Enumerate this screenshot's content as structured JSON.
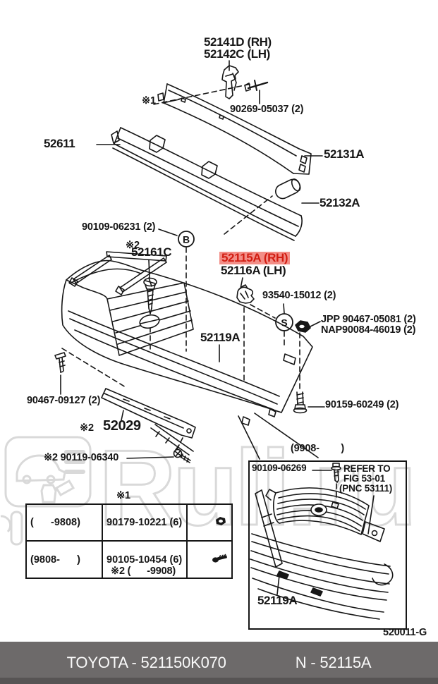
{
  "colors": {
    "highlight_bg": "#f28e87",
    "highlight_text": "#d21d12",
    "line": "#161616",
    "watermark": "#d9d9d9",
    "footer_bg": "#6d6a6a",
    "footer_strip": "#575454",
    "footer_text": "#fafafa"
  },
  "watermark": {
    "text": "Ruli.ru",
    "logo": "car-service-logo"
  },
  "labels": {
    "p52141d": "52141D (RH)",
    "p52142c": "52142C (LH)",
    "p90269": "90269-05037 (2)",
    "ast1_top": "※1",
    "p52611": "52611",
    "p52131a": "52131A",
    "p52132a": "52132A",
    "p90109_06231": "90109-06231 (2)",
    "ast2_52161c": "※2",
    "p52161c": "52161C",
    "p52115a": "52115A (RH)",
    "p52116a": "52116A (LH)",
    "p93540": "93540-15012 (2)",
    "pjpp": "JPP 90467-05081 (2)",
    "pnap": "NAP90084-46019 (2)",
    "p52119a": "52119A",
    "p90467_09127": "90467-09127 (2)",
    "p90159": "90159-60249 (2)",
    "ast2_52029": "※2",
    "p52029": "52029",
    "p90119": "※2 90119-06340",
    "note_ast2_9908": "※2 (      -9908)"
  },
  "markers": {
    "b_label": "B",
    "s_label": "S"
  },
  "table": {
    "note": "※1",
    "rows": [
      {
        "range": "(      -9808)",
        "part": "90179-10221 (6)",
        "icon": "nut-icon"
      },
      {
        "range": "(9808-      )",
        "part": "90105-10454 (6)",
        "icon": "bolt-icon"
      }
    ]
  },
  "inset": {
    "caption": "(9908-        )",
    "p90109_06269": "90109-06269",
    "refer_line1": "REFER TO",
    "refer_line2": "FIG 53-01",
    "refer_line3": "(PNC 53111)",
    "p52119a": "52119A",
    "fig_code": "520011-G"
  },
  "footer": {
    "left": "TOYOTA - 521150K070",
    "right": "N - 52115A"
  }
}
